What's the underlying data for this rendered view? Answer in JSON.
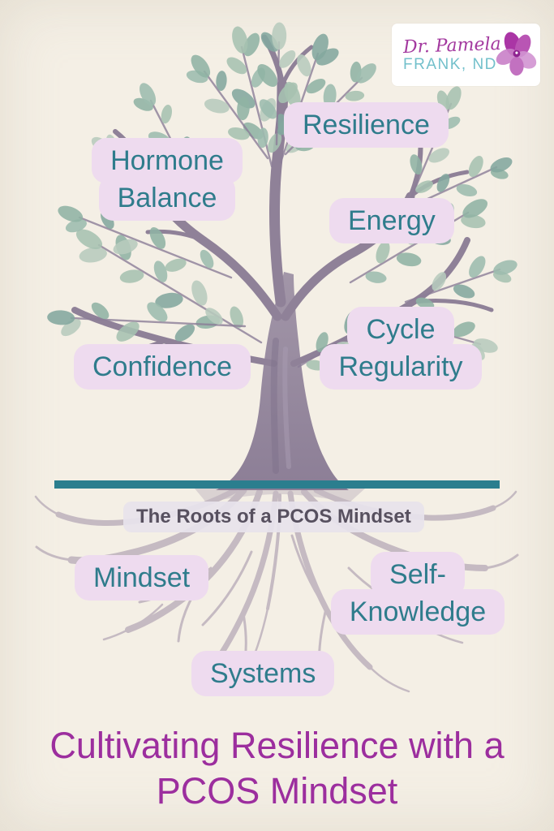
{
  "background_color": "#f4efe5",
  "logo": {
    "name_script": "Dr. Pamela",
    "name_caps": "FRANK, ND",
    "script_color": "#a3399f",
    "caps_color": "#73c0cb",
    "icon": "orchid-flower"
  },
  "palette": {
    "chip_background": "#eedbef",
    "label_text": "#2f7c8c",
    "divider_line": "#2b7e8e",
    "title_text": "#9c2e9e",
    "roots_heading_text": "#57505f",
    "roots_heading_background": "#e7e3ec",
    "leaf_greens": [
      "#a6c1b0",
      "#8fb3a4",
      "#b7cbbd",
      "#83a79e",
      "#9cbcae"
    ],
    "trunk": "#96889e",
    "roots": "#a99bad"
  },
  "branch_labels": [
    {
      "name": "resilience",
      "lines": [
        "Resilience"
      ]
    },
    {
      "name": "hormone-balance",
      "lines": [
        "Hormone",
        "Balance"
      ]
    },
    {
      "name": "energy",
      "lines": [
        "Energy"
      ]
    },
    {
      "name": "cycle-regularity",
      "lines": [
        "Cycle",
        "Regularity"
      ]
    },
    {
      "name": "confidence",
      "lines": [
        "Confidence"
      ]
    }
  ],
  "roots_section": {
    "heading": "The Roots of a PCOS Mindset",
    "labels": [
      {
        "name": "mindset",
        "lines": [
          "Mindset"
        ]
      },
      {
        "name": "self-knowledge",
        "lines": [
          "Self-",
          "Knowledge"
        ]
      },
      {
        "name": "systems",
        "lines": [
          "Systems"
        ]
      }
    ]
  },
  "title": {
    "line1": "Cultivating Resilience with a",
    "line2": "PCOS Mindset"
  }
}
